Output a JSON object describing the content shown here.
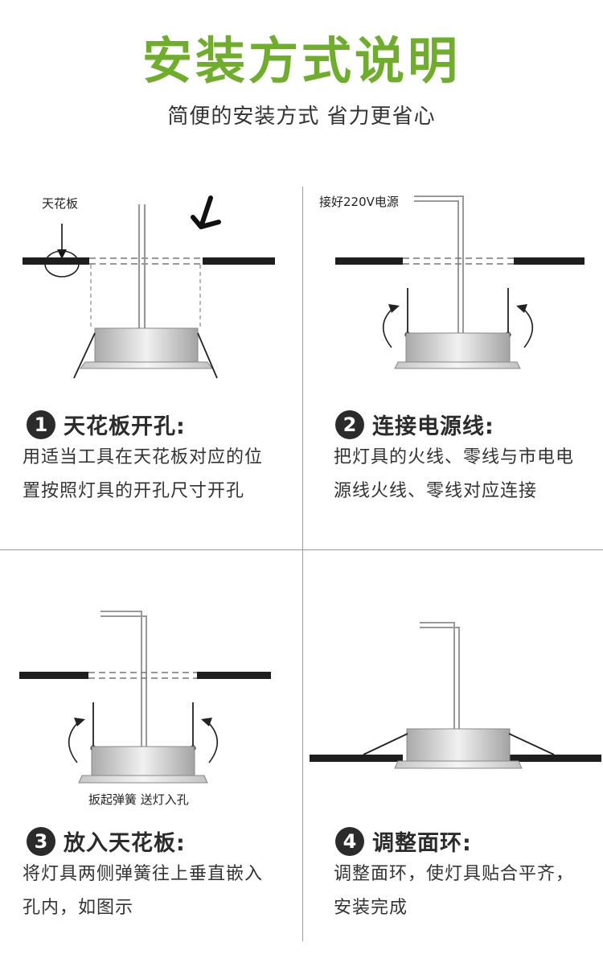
{
  "header": {
    "title": "安装方式说明",
    "subtitle": "简便的安装方式 省力更省心",
    "title_color": "#6fae2a"
  },
  "steps": [
    {
      "number": "1",
      "title": "天花板开孔:",
      "desc_line1": "用适当工具在天花板对应的位",
      "desc_line2": "置按照灯具的开孔尺寸开孔",
      "label": "天花板"
    },
    {
      "number": "2",
      "title": "连接电源线:",
      "desc_line1": "把灯具的火线、零线与市电电",
      "desc_line2": "源线火线、零线对应连接",
      "label": "接好220V电源"
    },
    {
      "number": "3",
      "title": "放入天花板:",
      "desc_line1": "将灯具两侧弹簧往上垂直嵌入",
      "desc_line2": "孔内，如图示",
      "label": "扳起弹簧 送灯入孔"
    },
    {
      "number": "4",
      "title": "调整面环:",
      "desc_line1": "调整面环，使灯具贴合平齐，",
      "desc_line2": "安装完成"
    }
  ]
}
